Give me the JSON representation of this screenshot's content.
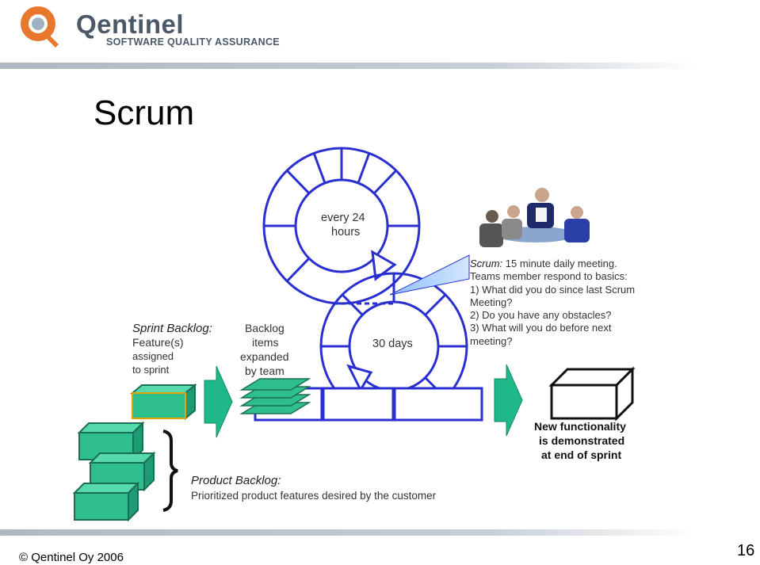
{
  "header": {
    "logo_name": "Qentinel",
    "logo_tagline": "SOFTWARE QUALITY ASSURANCE"
  },
  "slide": {
    "title": "Scrum",
    "page_number": "16"
  },
  "footer": {
    "copyright": "© Qentinel Oy 2006"
  },
  "diagram": {
    "daily_cycle_label": [
      "every 24",
      "hours"
    ],
    "sprint_cycle_label": "30 days",
    "sprint_backlog": {
      "title": "Sprint Backlog:",
      "lines": [
        "Feature(s)",
        "assigned",
        "to sprint"
      ]
    },
    "expanded_backlog": [
      "Backlog",
      "items",
      "expanded",
      "by team"
    ],
    "scrum_note": {
      "title": "Scrum:",
      "lines": [
        " 15 minute daily meeting.",
        "Teams member respond to basics:",
        " 1) What did you do since last Scrum",
        "Meeting?",
        " 2) Do you have any obstacles?",
        " 3) What will you do before next",
        "meeting?"
      ]
    },
    "result": [
      "New functionality",
      "is demonstrated",
      "at end of sprint"
    ],
    "product_backlog": {
      "title": "Product Backlog:",
      "subtitle": "Prioritized product features desired by the customer"
    }
  },
  "colors": {
    "logo_orange": "#e8772e",
    "logo_blue": "#4a5868",
    "header_bar": "#b9c3cc",
    "cycle_blue": "#2a2fd0",
    "box_green": "#2fbf8f",
    "arrow_green": "#1fb889",
    "callout_blue": "#a9cfff"
  }
}
